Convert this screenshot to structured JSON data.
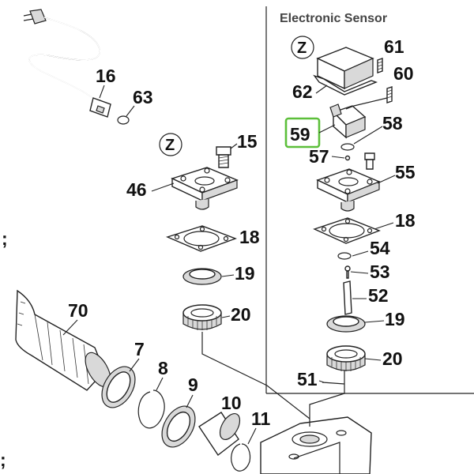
{
  "diagram": {
    "section_title": "Electronic Sensor",
    "view_marker": "Z",
    "highlight_color": "#5cbf3a",
    "callouts": {
      "c16": "16",
      "c63": "63",
      "c15": "15",
      "c46": "46",
      "c18_left": "18",
      "c19_left": "19",
      "c20_left": "20",
      "c70": "70",
      "c7": "7",
      "c8": "8",
      "c9": "9",
      "c10": "10",
      "c11": "11",
      "c61": "61",
      "c60": "60",
      "c62": "62",
      "c59": "59",
      "c58": "58",
      "c57": "57",
      "c55": "55",
      "c18_right": "18",
      "c54": "54",
      "c53": "53",
      "c52": "52",
      "c19_right": "19",
      "c20_right": "20",
      "c51": "51"
    },
    "highlighted_callout": "59"
  }
}
